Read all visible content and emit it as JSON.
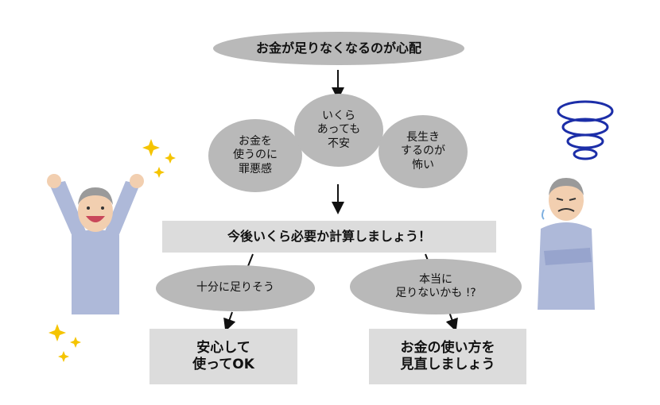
{
  "top_concern": "お金が足りなくなるのが心配",
  "worries": {
    "left": "お金を\n使うのに\n罪悪感",
    "center": "いくら\nあっても\n不安",
    "right": "長生き\nするのが\n怖い"
  },
  "calculate": "今後いくら必要か計算しましょう！",
  "branch_enough": "十分に足りそう",
  "branch_short": "本当に\n足りないかも !?",
  "result_ok": "安心して\n使ってOK",
  "result_review": "お金の使い方を\n見直しましょう",
  "colors": {
    "ellipse": "#b9b9b9",
    "box": "#dcdcdc",
    "sparkle": "#f5c400",
    "swirl": "#1c2ea8"
  }
}
